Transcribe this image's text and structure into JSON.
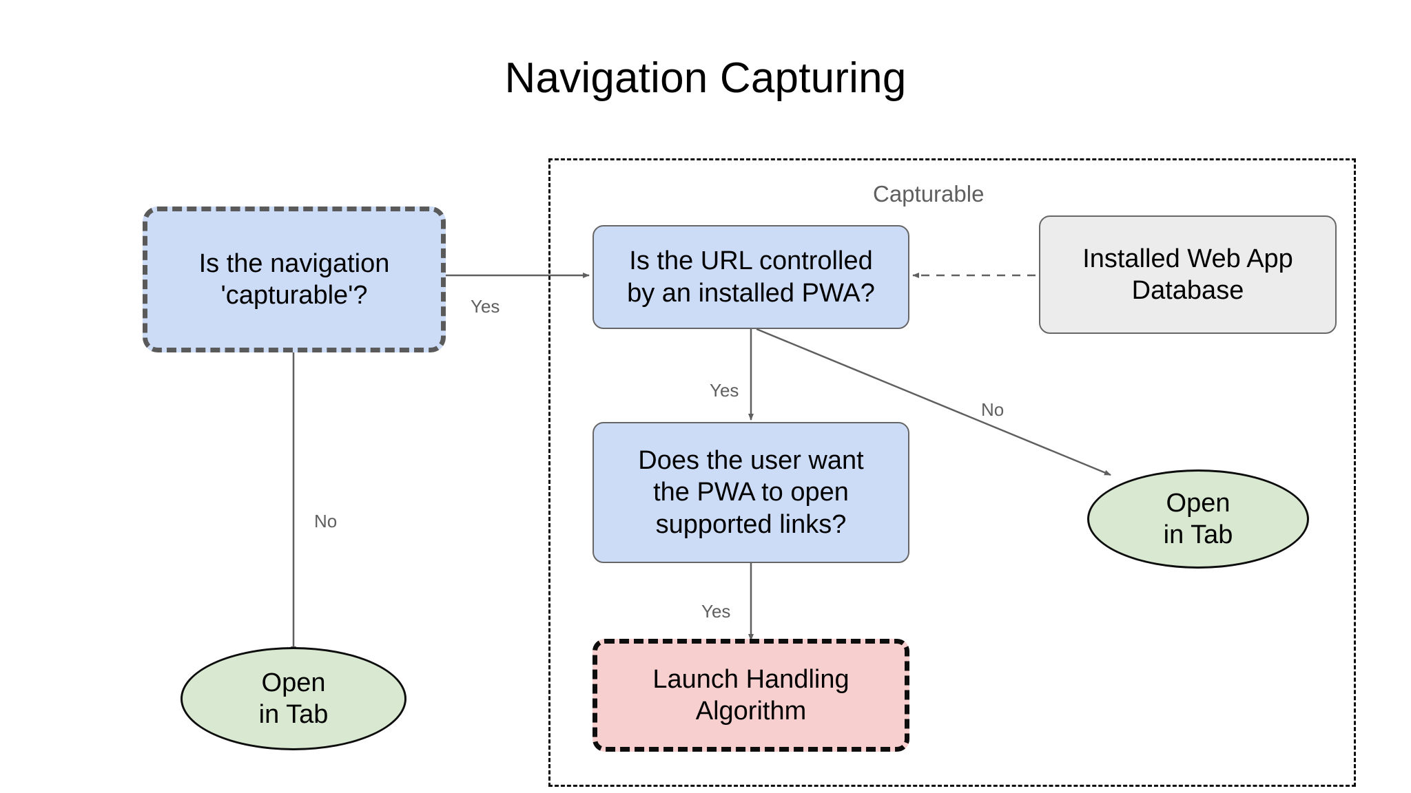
{
  "title": "Navigation Capturing",
  "colors": {
    "decision_fill": "#ccdcf7",
    "decision_stroke_dashed": "#5a5a5a",
    "decision_stroke": "#666666",
    "data_fill": "#ececec",
    "process_fill": "#f7cfcf",
    "process_stroke": "#0d0d0d",
    "terminal_fill": "#d9e8d0",
    "terminal_stroke": "#0d0d0d",
    "edge_stroke": "#5f5f5f",
    "label_text": "#5f5f5f",
    "node_text": "#000000",
    "background": "#ffffff"
  },
  "group": {
    "label": "Capturable"
  },
  "nodes": {
    "is_navigation_capturable": {
      "label": "Is the navigation\n'capturable'?"
    },
    "open_in_tab_left": {
      "label": "Open\nin Tab"
    },
    "is_url_controlled": {
      "label": "Is the URL controlled\nby an installed PWA?"
    },
    "installed_web_app_database": {
      "label": "Installed Web App\nDatabase"
    },
    "does_user_want": {
      "label": "Does the user want\nthe PWA to open\nsupported links?"
    },
    "open_in_tab_right": {
      "label": "Open\nin Tab"
    },
    "launch_handling_algorithm": {
      "label": "Launch Handling\nAlgorithm"
    }
  },
  "edges": [
    {
      "from": "is_navigation_capturable",
      "to": "is_url_controlled",
      "label": "Yes",
      "style": "solid"
    },
    {
      "from": "is_navigation_capturable",
      "to": "open_in_tab_left",
      "label": "No",
      "style": "solid"
    },
    {
      "from": "installed_web_app_database",
      "to": "is_url_controlled",
      "label": "",
      "style": "dashed"
    },
    {
      "from": "is_url_controlled",
      "to": "does_user_want",
      "label": "Yes",
      "style": "solid"
    },
    {
      "from": "is_url_controlled",
      "to": "open_in_tab_right",
      "label": "No",
      "style": "solid"
    },
    {
      "from": "does_user_want",
      "to": "launch_handling_algorithm",
      "label": "Yes",
      "style": "solid"
    }
  ],
  "edge_labels": {
    "capturable_yes": "Yes",
    "capturable_no": "No",
    "url_controlled_yes": "Yes",
    "url_controlled_no": "No",
    "user_want_yes": "Yes"
  }
}
